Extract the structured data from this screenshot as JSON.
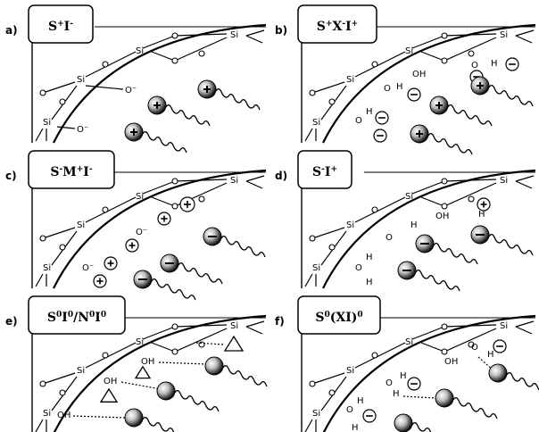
{
  "panels": [
    {
      "id": "a",
      "letter": "a)",
      "label_html": "S<tspan baseline-shift=\"super\" font-size=\"9\">+</tspan>I<tspan baseline-shift=\"super\" font-size=\"9\">-</tspan>",
      "label": "S+I-"
    },
    {
      "id": "b",
      "letter": "b)",
      "label": "S+X-I+"
    },
    {
      "id": "c",
      "letter": "c)",
      "label": "S-M+I-"
    },
    {
      "id": "d",
      "letter": "d)",
      "label": "S-I+"
    },
    {
      "id": "e",
      "letter": "e)",
      "label": "S0I0/N0I0"
    },
    {
      "id": "f",
      "letter": "f)",
      "label": "S0(XI)0"
    }
  ],
  "atoms": {
    "si": "Si",
    "o": "O",
    "oh": "OH",
    "h": "H",
    "o_minus": "O",
    "plus": "+",
    "minus": "−"
  }
}
